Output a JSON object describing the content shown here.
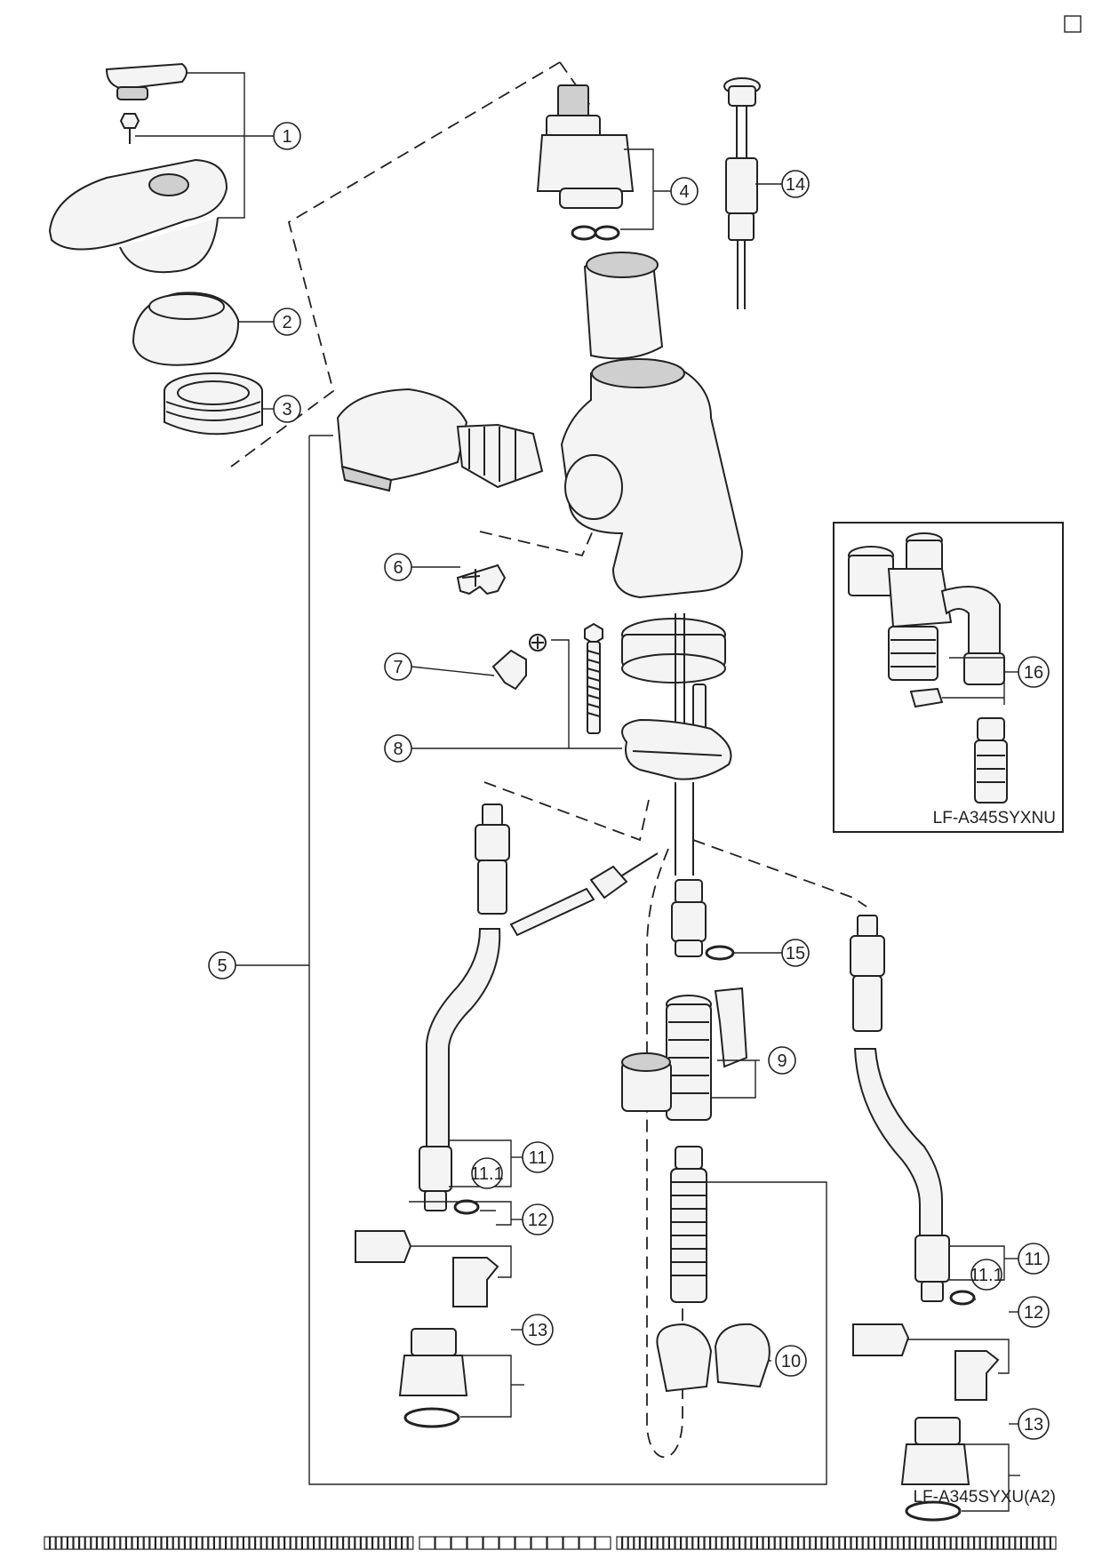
{
  "callouts": [
    {
      "id": "1",
      "label": "1"
    },
    {
      "id": "2",
      "label": "2"
    },
    {
      "id": "3",
      "label": "3"
    },
    {
      "id": "4",
      "label": "4"
    },
    {
      "id": "5",
      "label": "5"
    },
    {
      "id": "6",
      "label": "6"
    },
    {
      "id": "7",
      "label": "7"
    },
    {
      "id": "8",
      "label": "8"
    },
    {
      "id": "9",
      "label": "9"
    },
    {
      "id": "10",
      "label": "10"
    },
    {
      "id": "11a",
      "label": "11"
    },
    {
      "id": "11-1a",
      "label": "11.1"
    },
    {
      "id": "12a",
      "label": "12"
    },
    {
      "id": "13a",
      "label": "13"
    },
    {
      "id": "14",
      "label": "14"
    },
    {
      "id": "15",
      "label": "15"
    },
    {
      "id": "16",
      "label": "16"
    },
    {
      "id": "11b",
      "label": "11"
    },
    {
      "id": "11-1b",
      "label": "11.1"
    },
    {
      "id": "12b",
      "label": "12"
    },
    {
      "id": "13b",
      "label": "13"
    }
  ],
  "inset": {
    "model": "LF-A345SYXNU"
  },
  "footer": {
    "model": "LF-A345SYXU(A2)"
  }
}
